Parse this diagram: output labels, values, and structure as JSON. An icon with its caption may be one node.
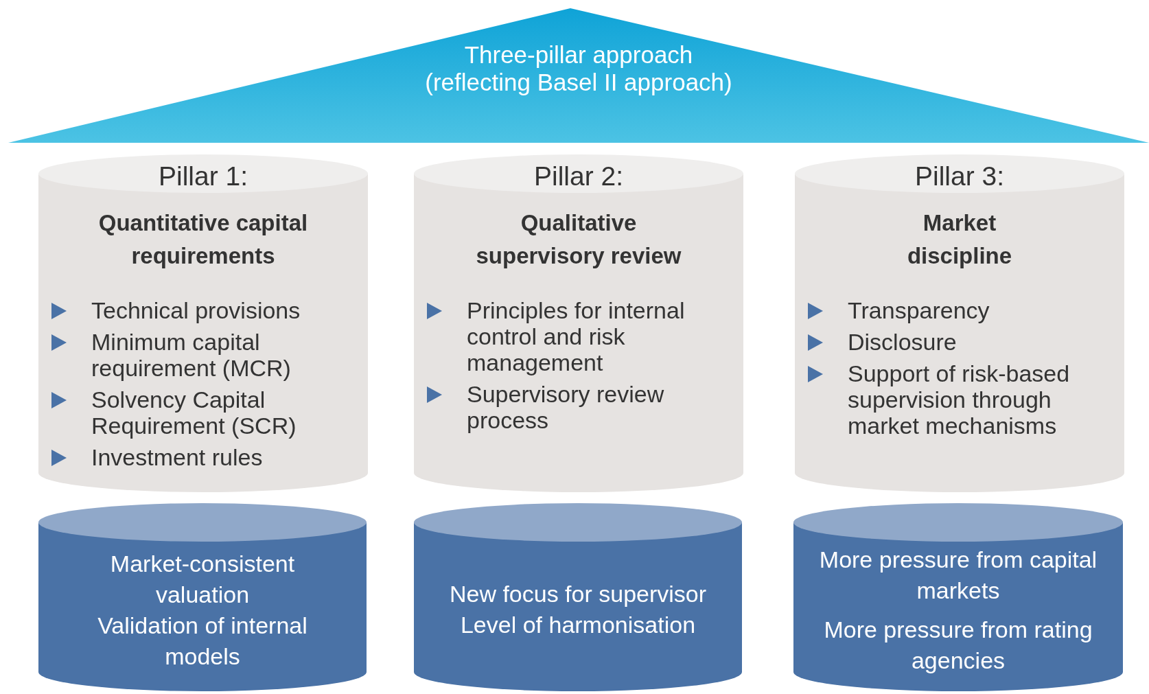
{
  "diagram": {
    "nodes": [
      {
        "text": [
          "Three-pillar approach (reflecting Basel II approach)"
        ]
      },
      {
        "text": [
          "Pillar 1:",
          "Quantitative capital requirements",
          "Technical provisions",
          "Minimum capital requirement (MCR)",
          "Solvency Capital Requirement (SCR)",
          "Investment rules"
        ]
      },
      {
        "text": [
          "Pillar 2:",
          "Qualitative supervisory review",
          "Principles for internal control and risk management",
          "Supervisory review process"
        ]
      },
      {
        "text": [
          "Pillar 3:",
          "Market discipline",
          "Transparency",
          "Disclosure",
          "Support of risk-based supervision through market mechanisms"
        ]
      },
      {
        "text": [
          "Market-consistent valuation",
          "Validation of internal models"
        ]
      },
      {
        "text": [
          "New focus for supervisor",
          "Level of harmonisation"
        ]
      },
      {
        "text": [
          "More pressure from capital markets",
          "More pressure from rating agencies"
        ]
      }
    ]
  }
}
